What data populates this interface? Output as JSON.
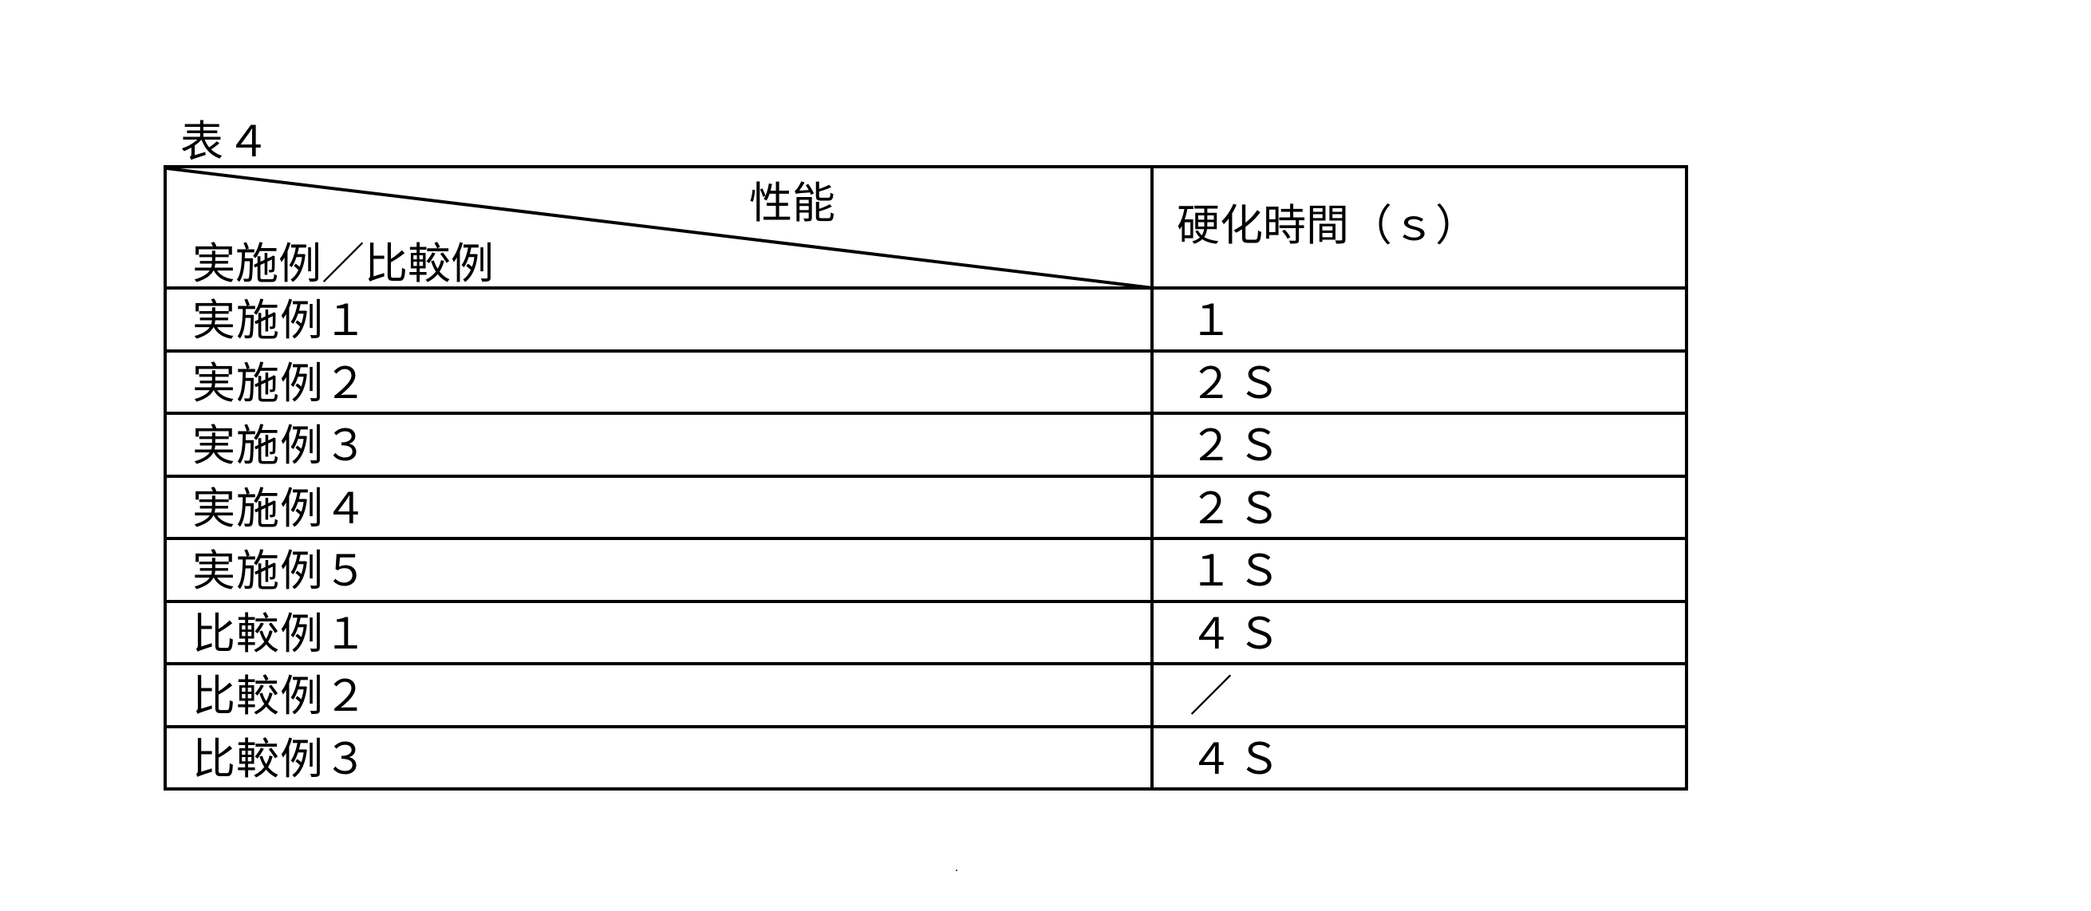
{
  "caption": "表４",
  "table": {
    "header": {
      "diagonal_top_right": "性能",
      "diagonal_bottom_left": "実施例／比較例",
      "columns": [
        "硬化時間（ｓ）"
      ]
    },
    "rows": [
      {
        "label": "実施例１",
        "value": "１"
      },
      {
        "label": "実施例２",
        "value": "２Ｓ"
      },
      {
        "label": "実施例３",
        "value": "２Ｓ"
      },
      {
        "label": "実施例４",
        "value": "２Ｓ"
      },
      {
        "label": "実施例５",
        "value": "１Ｓ"
      },
      {
        "label": "比較例１",
        "value": "４Ｓ"
      },
      {
        "label": "比較例２",
        "value": "／"
      },
      {
        "label": "比較例３",
        "value": "４Ｓ"
      }
    ]
  }
}
